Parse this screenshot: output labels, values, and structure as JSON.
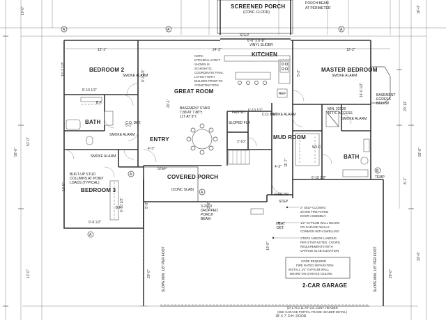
{
  "rooms": {
    "screened_porch": "SCREENED PORCH",
    "screened_porch_note": "(CONC. FLOOR)",
    "porch_beam": "PORCH BEAM",
    "porch_beam_note": "AT PERIMETER",
    "bedroom2": "BEDROOM 2",
    "kitchen": "KITCHEN",
    "great_room": "GREAT ROOM",
    "master_bedroom": "MASTER BEDROOM",
    "bath_left": "BATH",
    "entry": "ENTRY",
    "mud_room": "MUD ROOM",
    "bath_right": "BATH",
    "bedroom3": "BEDROOM 3",
    "covered_porch": "COVERED PORCH",
    "covered_porch_note": "(CONC SLAB)",
    "garage": "2-CAR GARAGE",
    "pantry": "PANTRY",
    "wic": "W.I.C."
  },
  "labels": {
    "slider": "6'-0\" x 6'-8\"",
    "slider2": "VINYL SLIDER",
    "step": "STEP",
    "smoke_alarm": "SMOKE ALARM",
    "co_det": "C.O. DET.",
    "bsmt_stair": "BASEMENT STAIR",
    "bsmt_stair_2": "7.88 AT 7.88\"±",
    "bsmt_stair_3": "11T AT 9\"±",
    "sloped_flr": "SLOPED FLR",
    "attic": "MIN. 22X30",
    "attic2": "ATTIC ACCESS",
    "basement_egress": "BASEMENT",
    "basement_egress2": "EGRESS",
    "basement_egress3": "BELOW",
    "built_up": "BUILT-UP STUD",
    "built_up2": "COLUMNS AT POINT",
    "built_up3": "LOADS (TYPICAL)",
    "dropped_beam": "3-2X10",
    "dropped_beam2": "DROPPED",
    "dropped_beam3": "PORCH",
    "dropped_beam4": "BEAM",
    "fire_dr": "FIRE DR",
    "heat_det": "HEAT",
    "heat_det2": "DET.",
    "temp": "TEMP",
    "bf": "B.F.",
    "ref": "REF",
    "slope_left": "SLOPE MIN. 1/8\" PER FOOT",
    "slope_right": "SLOPE MIN. 1/8\" PER FOOT"
  },
  "notes": {
    "kitchen_note": [
      "NOTE:",
      "KITCHEN LAYOUT",
      "SHOWN IS",
      "SCHEMATIC.",
      "COORDINATE FINAL",
      "LAYOUT WITH",
      "BUILDER PRIOR TO",
      "CONSTRUCTION"
    ],
    "garage_note1": [
      "2\" SELF-CLOSING",
      "20 MIN FIRE RATED",
      "DOOR ASSEMBLY"
    ],
    "garage_note2": [
      "1/2\" GYPSUM WALL BOARD",
      "ON GARAGE WALLS",
      "COMMON WITH DWELLING"
    ],
    "garage_note3": [
      "STEPS AND/OR LANDING",
      "PER STAIR NOTES. COORD.",
      "REQUIREMENTS WITH",
      "GARAGE SLAB ELEVATION"
    ],
    "fire_sep": [
      "CODE REQUIRED",
      "FIRE RATED SEPARATION",
      "INSTALL 1/2\" GYPSUM WALL",
      "BOARD ON GARAGE CEILING"
    ],
    "header_note": [
      "(2) 1.75 x 11.78\" LVL CONT. HEADER",
      "(SEE GARAGE PORTAL FRAME HEADER DETAIL)"
    ]
  },
  "dimensions": {
    "bed2_w": "12'-1\"",
    "great_w": "24'-3\"",
    "master_w": "12'-2\"",
    "left_a": "10'-3 1/2\"",
    "left_b": "9'-3 1/2\"",
    "bath_w": "8'-10 1/2\"",
    "mid_left": "20'-1\"",
    "right_a": "14'-0 1/2\"",
    "right_b": "20'-11\"",
    "right_c": "8'-1\"",
    "overall_left": "56'-0\"",
    "overall_right": "56'-0\"",
    "outer_left": "51'-0\"",
    "small_a": "5'-2\"",
    "small_b": "5'-1\"",
    "small_c": "2'-10\"",
    "small_d": "6'-10 1/2\"",
    "small_e": "4'-3\"",
    "bed3_w": "9'-8 1/2\"",
    "bed3_h": "12'-5\"",
    "bed3_h2": "6'-10 1/2\"",
    "garage_h": "20'-0\"",
    "garage_h2": "20'-0\"",
    "garage_w": "18' X 7' O.H. DOOR",
    "outer_right": "32'-0\"",
    "outer_left2": "12'-0\"",
    "top_left": "10'-0\"",
    "top_right": "10'-0\"",
    "garage_side": "10'-0\"",
    "garage_side2": "11'-7\"",
    "porch_w": "5'-3\"",
    "porch_w2": "3'-0\"",
    "entry_w": "4'-3\"",
    "mud_w": "6'-10 1/2\""
  },
  "markers": {
    "a": "A",
    "b": "B"
  }
}
